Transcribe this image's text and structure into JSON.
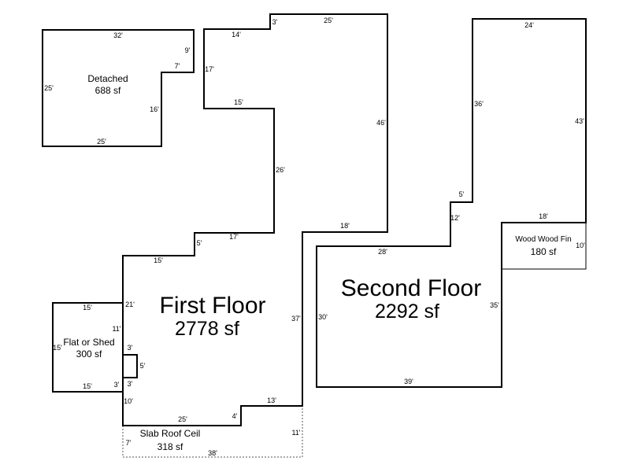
{
  "rooms": {
    "detached": {
      "name": "Detached",
      "area": "688 sf"
    },
    "first_floor": {
      "name": "First Floor",
      "area": "2778 sf"
    },
    "second_floor": {
      "name": "Second Floor",
      "area": "2292 sf"
    },
    "flat_shed": {
      "name": "Flat or Shed",
      "area": "300 sf"
    },
    "slab_roof": {
      "name": "Slab Roof Ceil",
      "area": "318 sf"
    },
    "wood_fin": {
      "name": "Wood Wood Fin",
      "area": "180 sf"
    }
  },
  "dimensions": {
    "detached": [
      "32'",
      "9'",
      "7'",
      "16'",
      "25'",
      "25'"
    ],
    "first_floor": [
      "14'",
      "3'",
      "25'",
      "17'",
      "46'",
      "15'",
      "26'",
      "18'",
      "17'",
      "5'",
      "15'",
      "21'",
      "11'",
      "3'",
      "5'",
      "3'",
      "10'",
      "25'",
      "4'",
      "13'",
      "37'"
    ],
    "flat_shed": [
      "15'",
      "15'",
      "15'",
      "3'"
    ],
    "slab_roof": [
      "7'",
      "11'",
      "38'"
    ],
    "second_floor": [
      "24'",
      "36'",
      "43'",
      "5'",
      "12'",
      "18'",
      "28'",
      "30'",
      "35'",
      "39'"
    ],
    "wood_fin": [
      "10'"
    ]
  }
}
